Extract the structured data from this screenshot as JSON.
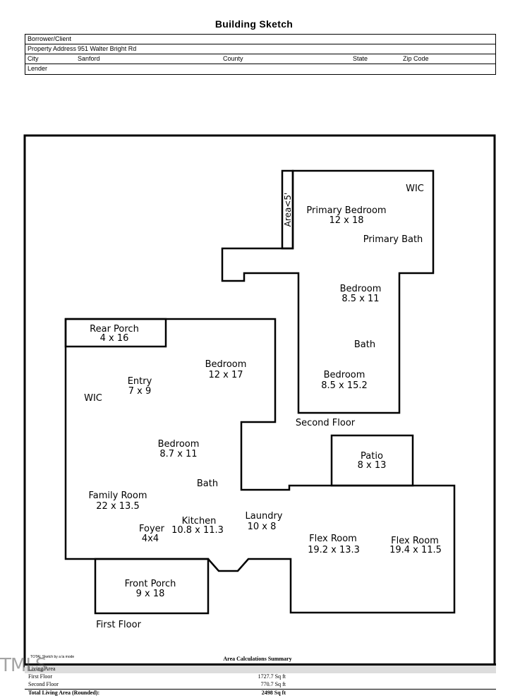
{
  "title": "Building Sketch",
  "info": {
    "borrower_label": "Borrower/Client",
    "address_label": "Property Address",
    "address_value": "951 Walter Bright Rd",
    "city_label": "City",
    "city_value": "Sanford",
    "county_label": "County",
    "state_label": "State",
    "zip_label": "Zip Code",
    "lender_label": "Lender"
  },
  "rooms": {
    "wic_top": "WIC",
    "primary_bedroom": "Primary Bedroom",
    "primary_bedroom_dim": "12 x 18",
    "area_small": "Area<5'",
    "primary_bath": "Primary Bath",
    "bedroom_2": "Bedroom",
    "bedroom_2_dim": "8.5 x 11",
    "bath_2nd": "Bath",
    "bedroom_3": "Bedroom",
    "bedroom_3_dim": "8.5 x 15.2",
    "second_floor": "Second Floor",
    "rear_porch": "Rear Porch",
    "rear_porch_dim": "4 x 16",
    "bedroom_4": "Bedroom",
    "bedroom_4_dim": "12 x 17",
    "entry": "Entry",
    "entry_dim": "7 x 9",
    "wic_left": "WIC",
    "bedroom_5": "Bedroom",
    "bedroom_5_dim": "8.7 x 11",
    "patio": "Patio",
    "patio_dim": "8 x 13",
    "bath_1st": "Bath",
    "family_room": "Family Room",
    "family_room_dim": "22 x 13.5",
    "laundry": "Laundry",
    "laundry_dim": "10 x 8",
    "kitchen": "Kitchen",
    "kitchen_dim": "10.8 x 11.3",
    "foyer": "Foyer",
    "foyer_dim": "4x4",
    "flex_room_1": "Flex Room",
    "flex_room_1_dim": "19.2 x 13.3",
    "flex_room_2": "Flex Room",
    "flex_room_2_dim": "19.4 x 11.5",
    "front_porch": "Front Porch",
    "front_porch_dim": "9 x 18",
    "first_floor": "First Floor"
  },
  "summary": {
    "title": "Area Calculations Summary",
    "tiny_text": "TOTAL Sketch by a la mode",
    "living_area_label": "Living Area",
    "first_floor_label": "First Floor",
    "first_floor_value": "1727.7 Sq ft",
    "second_floor_label": "Second Floor",
    "second_floor_value": "770.7 Sq ft",
    "total_label": "Total Living Area (Rounded):",
    "total_value": "2498 Sq ft"
  },
  "watermark": "TMLS"
}
